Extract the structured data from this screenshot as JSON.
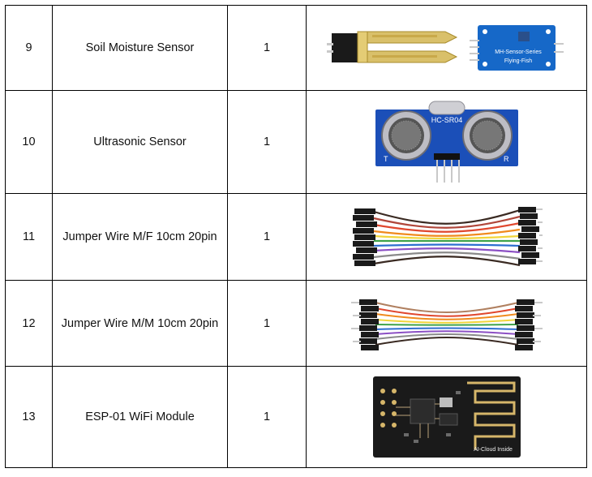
{
  "rows": [
    {
      "no": "9",
      "name": "Soil Moisture Sensor",
      "qty": "1",
      "image_icon": "soil-moisture-sensor-image"
    },
    {
      "no": "10",
      "name": "Ultrasonic Sensor",
      "qty": "1",
      "image_icon": "ultrasonic-sensor-image"
    },
    {
      "no": "11",
      "name": "Jumper Wire M/F 10cm 20pin",
      "qty": "1",
      "image_icon": "jumper-wire-image"
    },
    {
      "no": "12",
      "name": "Jumper Wire M/M 10cm 20pin",
      "qty": "1",
      "image_icon": "jumper-wire-image"
    },
    {
      "no": "13",
      "name": "ESP-01 WiFi Module",
      "qty": "1",
      "image_icon": "wifi-module-image"
    }
  ],
  "product_labels": {
    "soil_board_line1": "MH-Sensor-Series",
    "soil_board_line2": "Flying-Fish",
    "ultrasonic_model": "HC-SR04",
    "ultrasonic_left": "T",
    "ultrasonic_right": "R",
    "esp_antenna": "AI-Cloud Inside"
  },
  "colors": {
    "soil_pcb": "#1668c8",
    "probe": "#d9c06a",
    "ultrasonic_pcb": "#1b4fb8",
    "esp_pcb": "#1a1a1a",
    "wire_colors": [
      "#3a2a22",
      "#b0463a",
      "#e0472e",
      "#f08a1d",
      "#f2d53a",
      "#3fa34a",
      "#2d6fd0",
      "#8b4fc4",
      "#8a8a8a",
      "#f2f2f2"
    ]
  }
}
